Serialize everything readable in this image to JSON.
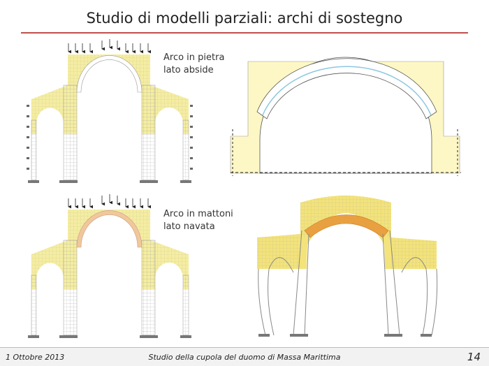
{
  "title": "Studio di modelli parziali: archi di sostegno",
  "labels": {
    "stone_arch": "Arco in pietra\nlato abside",
    "brick_arch": "Arco in mattoni\nlato navata"
  },
  "footer": {
    "date": "1 Ottobre 2013",
    "title": "Studio della cupola del duomo di Massa Marittima",
    "page": "14"
  },
  "colors": {
    "accent_rule": "#c0504d",
    "fill_yellow": "#f5eda0",
    "arch_orange": "#e8a040"
  }
}
